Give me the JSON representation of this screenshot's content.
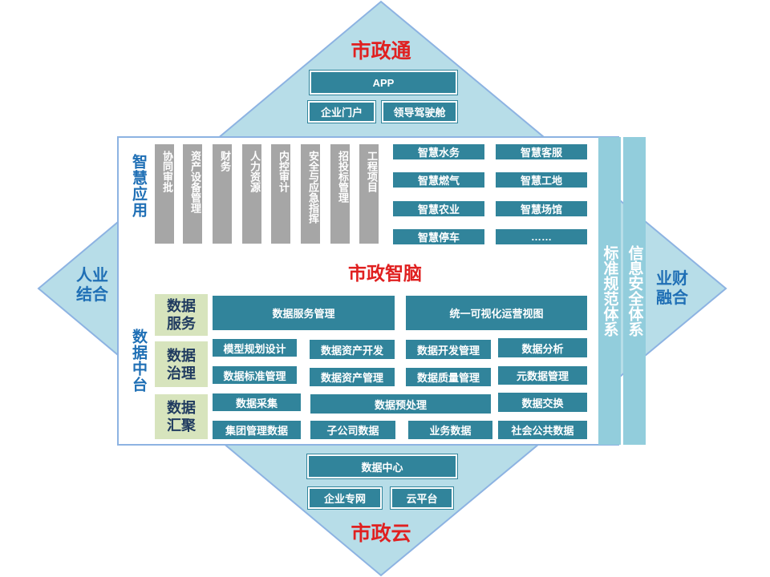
{
  "diamond": {
    "top_title": "市政通",
    "bottom_title": "市政云",
    "left_label": "人业\n结合",
    "right_label": "业财\n融合",
    "center_title": "市政智脑"
  },
  "top": {
    "app": "APP",
    "portal": "企业门户",
    "cockpit": "领导驾驶舱"
  },
  "smart_apps": {
    "section_label": "智慧应用",
    "modules": [
      "协同审批",
      "资产设备管理",
      "财务",
      "人力资源",
      "内控审计",
      "安全与应急指挥",
      "招投标管理",
      "工程项目"
    ],
    "smart_items": [
      "智慧水务",
      "智慧客服",
      "智慧燃气",
      "智慧工地",
      "智慧农业",
      "智慧场馆",
      "智慧停车",
      "……"
    ]
  },
  "data_platform": {
    "section_label": "数据中台",
    "service": {
      "label": "数据\n服务",
      "items": [
        "数据服务管理",
        "统一可视化运营视图"
      ]
    },
    "governance": {
      "label": "数据\n治理",
      "items": [
        "模型规划设计",
        "数据资产开发",
        "数据开发管理",
        "数据分析",
        "数据标准管理",
        "数据资产管理",
        "数据质量管理",
        "元数据管理"
      ]
    },
    "aggregation": {
      "label": "数据\n汇聚",
      "items": [
        "数据采集",
        "数据预处理",
        "数据交换",
        "集团管理数据",
        "子公司数据",
        "业务数据",
        "社会公共数据"
      ]
    }
  },
  "pillars": {
    "standards": "标准规范体系",
    "security": "信息安全体系"
  },
  "bottom": {
    "data_center": "数据中心",
    "private_network": "企业专网",
    "cloud": "云平台"
  },
  "colors": {
    "diamond_fill": "#b7dde8",
    "diamond_stroke": "#8db3e2",
    "box_fill": "#31849b",
    "module_gray": "#a6a6a6",
    "layer_green": "#d7e4bd",
    "pillar_fill": "#92cddc",
    "title_red": "#e02020",
    "label_blue": "#1f6fb5"
  }
}
